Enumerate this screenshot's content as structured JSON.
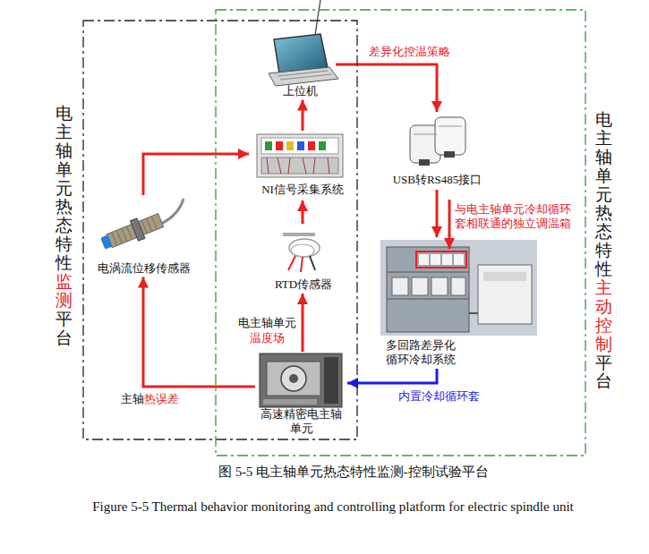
{
  "diagram": {
    "caption": "图 5-5 电主轴单元热态特性监测-控制试验平台",
    "nodes": [
      {
        "text": [
          "电主轴单元热态特性监测平台"
        ]
      },
      {
        "text": [
          "电主轴单元热态特性主动控制平台"
        ]
      },
      {
        "text": [
          "上位机"
        ],
        "in": 0
      },
      {
        "text": [
          "NI信号采集系统"
        ],
        "in": 0
      },
      {
        "text": [
          "电涡流位移传感器"
        ],
        "in": 0
      },
      {
        "text": [
          "RTD传感器"
        ],
        "in": 0
      },
      {
        "text": [
          "USB转RS485接口"
        ],
        "in": 1
      },
      {
        "text": [
          "多回路差异化循环冷却系统"
        ],
        "in": 1
      },
      {
        "text": [
          "高速精密电主轴单元"
        ],
        "in": 0
      }
    ],
    "edges": [
      {
        "from": 2,
        "to": 6,
        "label": "差异化控温策略",
        "arrow": "to"
      },
      {
        "from": 6,
        "to": 7,
        "arrow": "to"
      },
      {
        "from": 7,
        "to": 8,
        "label": "内置冷却循环套",
        "arrow": "to"
      },
      {
        "from": 8,
        "to": 5,
        "label": "电主轴单元温度场",
        "arrow": "to"
      },
      {
        "from": 5,
        "to": 3,
        "arrow": "to"
      },
      {
        "from": 3,
        "to": 2,
        "arrow": "to"
      },
      {
        "from": 8,
        "to": 4,
        "label": "主轴热误差",
        "arrow": "to"
      },
      {
        "from": 4,
        "to": 3,
        "arrow": "to"
      }
    ],
    "labels": [
      "与电主轴单元冷却循环套相联通的独立调温箱",
      "Figure 5-5 Thermal behavior monitoring and controlling platform for electric spindle unit"
    ]
  }
}
